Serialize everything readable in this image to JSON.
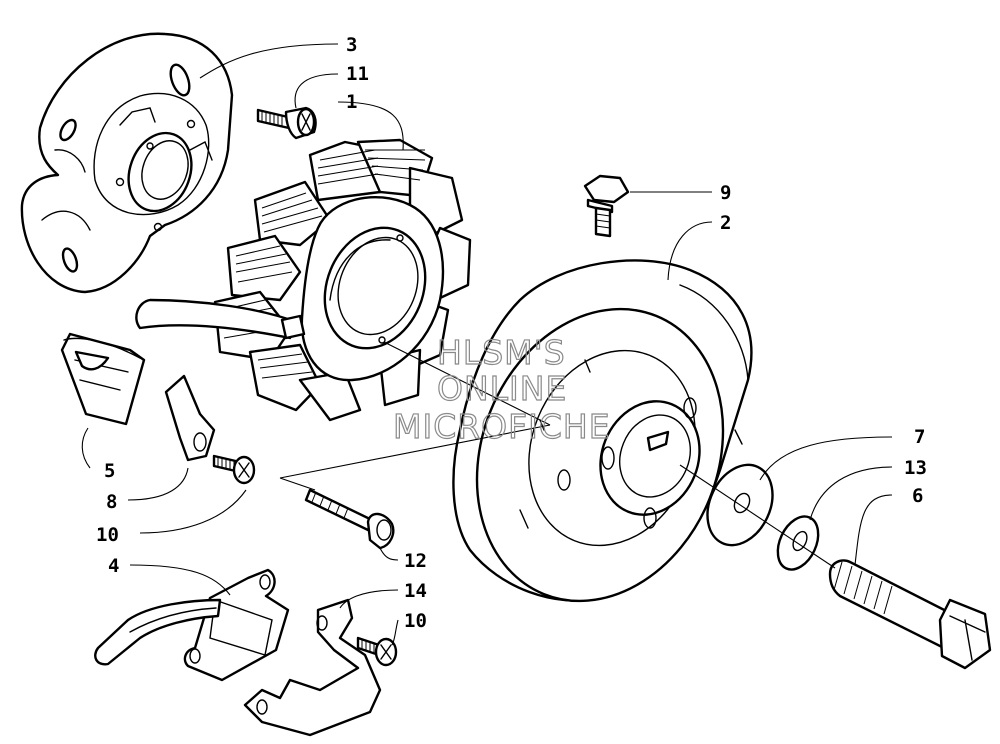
{
  "watermark": {
    "line1": "HLSM'S",
    "line2": "ONLINE",
    "line3": "MICROFICHE"
  },
  "callouts": [
    {
      "id": "c3",
      "label": "3",
      "part": "stator-plate"
    },
    {
      "id": "c11",
      "label": "11",
      "part": "stator-plate-screw"
    },
    {
      "id": "c1",
      "label": "1",
      "part": "stator-coil"
    },
    {
      "id": "c9",
      "label": "9",
      "part": "flange-bolt"
    },
    {
      "id": "c2",
      "label": "2",
      "part": "flywheel"
    },
    {
      "id": "c5",
      "label": "5",
      "part": "grommet"
    },
    {
      "id": "c8",
      "label": "8",
      "part": "wire-clamp"
    },
    {
      "id": "c10a",
      "label": "10",
      "part": "clamp-screw"
    },
    {
      "id": "c12",
      "label": "12",
      "part": "stator-screw"
    },
    {
      "id": "c7",
      "label": "7",
      "part": "flat-washer"
    },
    {
      "id": "c13",
      "label": "13",
      "part": "lock-washer"
    },
    {
      "id": "c6",
      "label": "6",
      "part": "flywheel-bolt"
    },
    {
      "id": "c4",
      "label": "4",
      "part": "pulser-coil"
    },
    {
      "id": "c14",
      "label": "14",
      "part": "bracket"
    },
    {
      "id": "c10b",
      "label": "10",
      "part": "bracket-screw"
    }
  ]
}
